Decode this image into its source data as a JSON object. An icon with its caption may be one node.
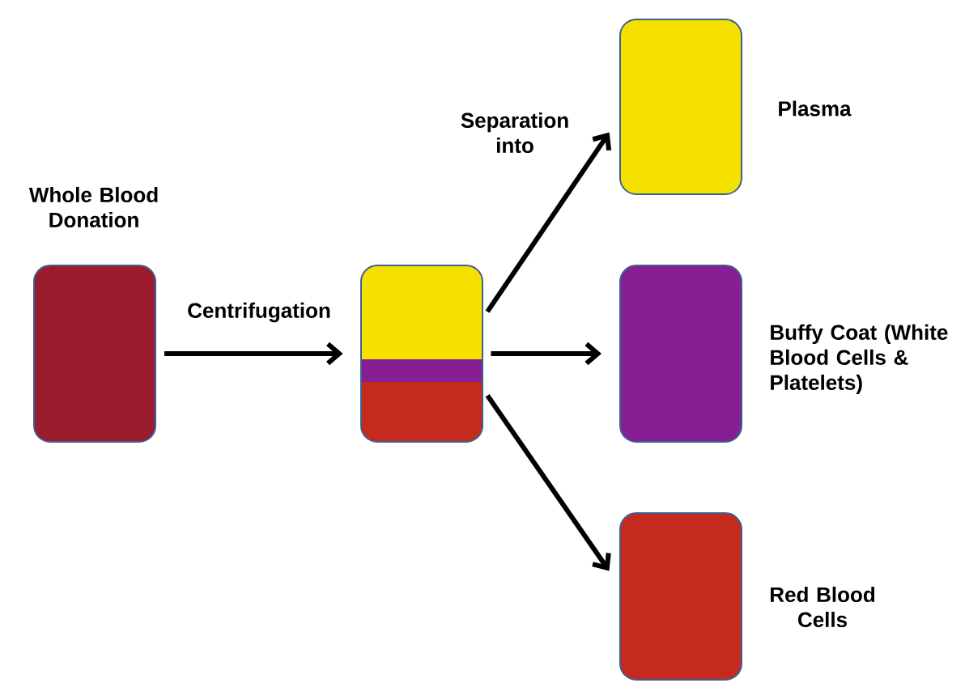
{
  "diagram": {
    "nodes": [
      {
        "text": [
          "Whole Blood Donation"
        ]
      },
      {
        "text": [],
        "shape": "box"
      },
      {
        "text": [
          "Plasma"
        ]
      },
      {
        "text": [
          "Buffy Coat (White Blood Cells & Platelets)"
        ]
      },
      {
        "text": [
          "Red Blood Cells"
        ]
      }
    ],
    "edges": [
      {
        "from": 0,
        "to": 1,
        "arrow": "to",
        "label": "Centrifugation"
      },
      {
        "from": 1,
        "to": 2,
        "arrow": "to",
        "label": "Separation into"
      },
      {
        "from": 1,
        "to": 3,
        "arrow": "to"
      },
      {
        "from": 1,
        "to": 4,
        "arrow": "to"
      }
    ]
  }
}
